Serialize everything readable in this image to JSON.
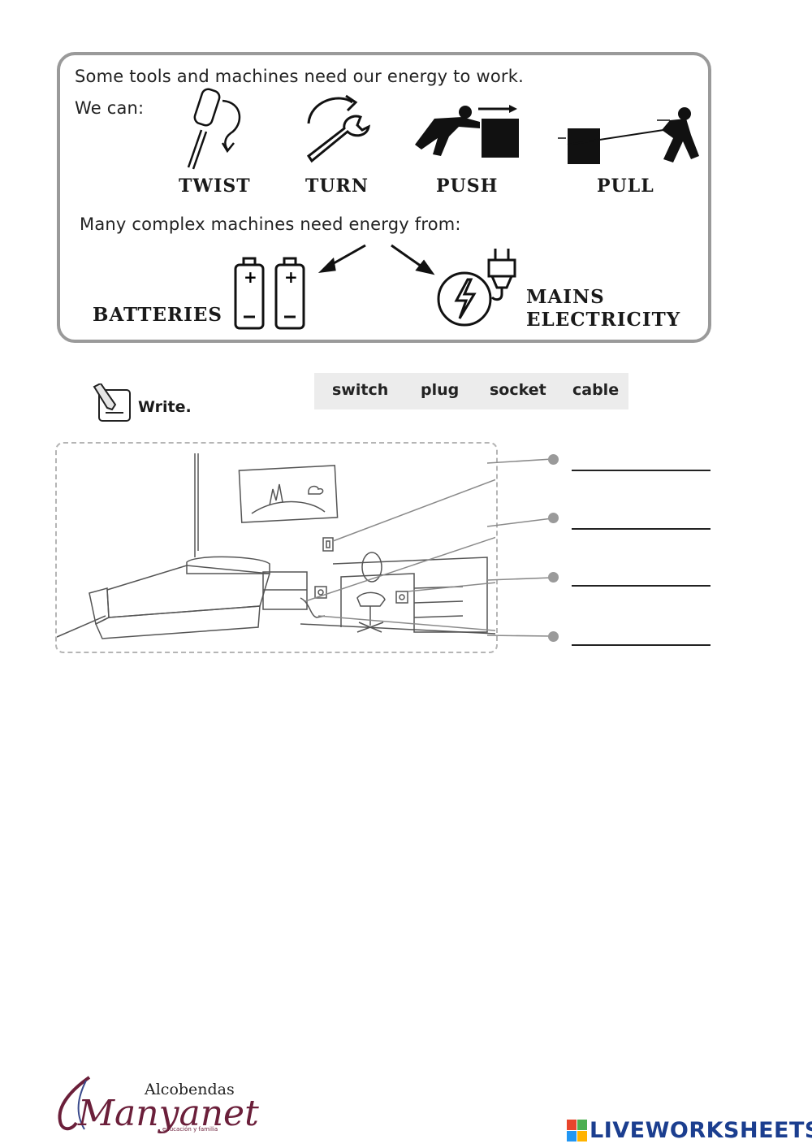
{
  "intro": {
    "line1": "Some tools and machines need our energy to work.",
    "we_can": "We can:",
    "actions": [
      "TWIST",
      "TURN",
      "PUSH",
      "PULL"
    ],
    "complex": "Many complex machines need energy from:",
    "batteries": "BATTERIES",
    "mains_line1": "MAINS",
    "mains_line2": "ELECTRICITY"
  },
  "exercise": {
    "instruction": "Write.",
    "word_bank": [
      "switch",
      "plug",
      "socket",
      "cable"
    ],
    "answers": [
      "",
      "",
      "",
      ""
    ]
  },
  "footer": {
    "school_location": "Alcobendas",
    "school_name": "Manyanet",
    "school_tagline": "educación y familia",
    "brand": "LIVEWORKSHEETS"
  },
  "colors": {
    "panel_border": "#9a9a9a",
    "word_bank_bg": "#ececec",
    "school_color": "#6b1f3a",
    "brand_color": "#1b3e8f"
  }
}
